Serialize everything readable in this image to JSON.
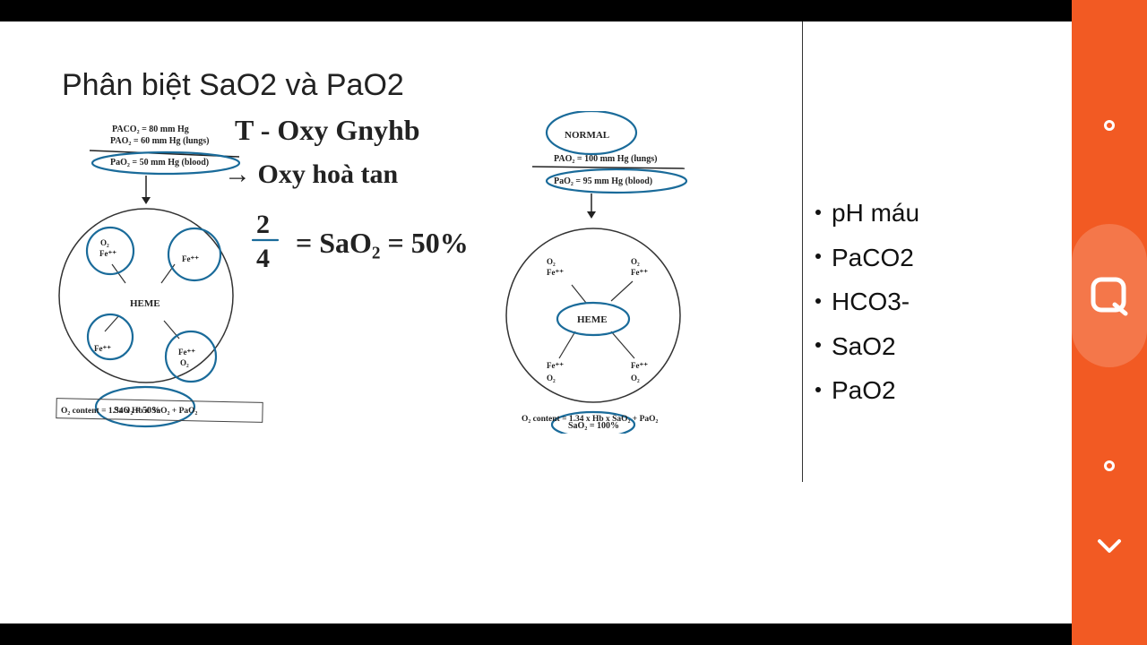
{
  "slide": {
    "title": "Phân biệt SaO2 và PaO2",
    "bullets": [
      "pH máu",
      "PaCO2",
      "HCO3-",
      "SaO2",
      "PaO2"
    ]
  },
  "left_figure": {
    "paco2": "PACO₂ = 80 mm Hg",
    "pao2_lungs": "PAO₂ = 60 mm Hg (lungs)",
    "pao2_blood": "PaO₂ = 50 mm Hg  (blood)",
    "heme": "HEME",
    "site_tl_o2": "O₂",
    "site_tl_fe": "Fe⁺⁺",
    "site_tr_fe": "Fe⁺⁺",
    "site_bl_fe": "Fe⁺⁺",
    "site_br_fe": "Fe⁺⁺",
    "site_br_o2": "O₂",
    "sao2": "SaO₂ = 50%",
    "content": "O₂ content = 1.34 x Hb x   SaO₂  +   PaO₂"
  },
  "right_figure": {
    "normal": "NORMAL",
    "pao2_lungs": "PAO₂ = 100 mm Hg (lungs)",
    "pao2_blood": "PaO₂ = 95 mm Hg  (blood)",
    "heme": "HEME",
    "o2": "O₂",
    "fe": "Fe⁺⁺",
    "sao2": "SaO₂ = 100%",
    "content": "O₂ content = 1.34 x Hb x  SaO₂ + PaO₂"
  },
  "handwriting": {
    "line1": "T - Oxy Gnyhb",
    "line2": "→ Oxy hoà tan",
    "fraction_num": "2",
    "fraction_den": "4",
    "equation": "= SaO₂ = 50%"
  },
  "side_panel": {
    "color": "#f25a23",
    "buttons": [
      "circle-icon",
      "search-icon",
      "circle-icon",
      "chevron-down-icon"
    ]
  }
}
